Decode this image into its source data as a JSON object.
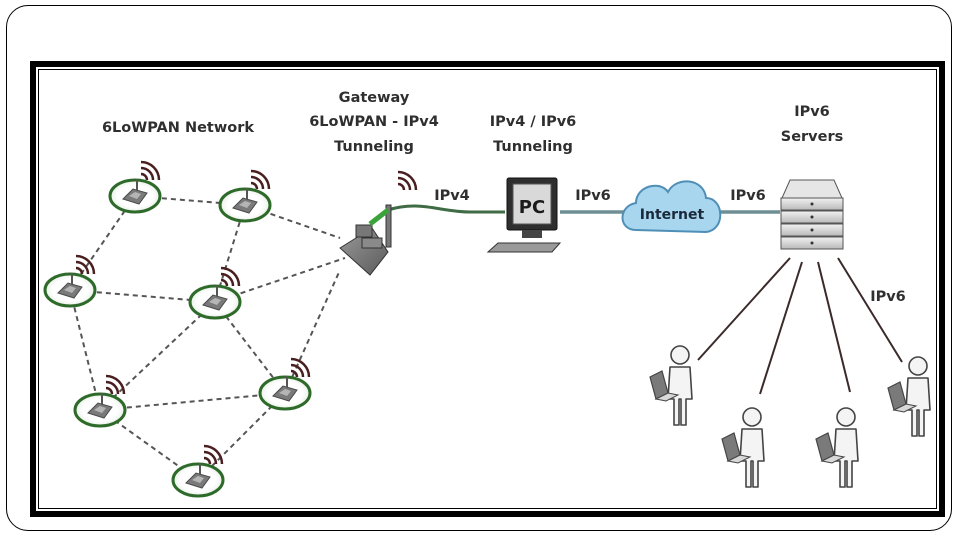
{
  "diagram": {
    "title": "6LoWPAN to IPv6 network architecture",
    "labels": {
      "network": "6LoWPAN Network",
      "gateway": [
        "Gateway",
        "6LoWPAN - IPv4",
        "Tunneling"
      ],
      "tunnel": [
        "IPv4 / IPv6",
        "Tunneling"
      ],
      "servers": [
        "IPv6",
        "Servers"
      ],
      "link_gateway_pc": "IPv4",
      "link_pc_internet": "IPv6",
      "link_internet_server": "IPv6",
      "link_server_users": "IPv6",
      "pc": "PC",
      "internet": "Internet"
    },
    "sensor_nodes": [
      {
        "id": "n1"
      },
      {
        "id": "n2"
      },
      {
        "id": "n3"
      },
      {
        "id": "n4"
      },
      {
        "id": "n5"
      },
      {
        "id": "n6"
      },
      {
        "id": "n7"
      }
    ],
    "mesh_links": [
      [
        "n1",
        "n2"
      ],
      [
        "n1",
        "n3"
      ],
      [
        "n2",
        "n4"
      ],
      [
        "n2",
        "gateway"
      ],
      [
        "n3",
        "n4"
      ],
      [
        "n3",
        "n5"
      ],
      [
        "n4",
        "gateway"
      ],
      [
        "n4",
        "n5"
      ],
      [
        "n4",
        "n6"
      ],
      [
        "n5",
        "n6"
      ],
      [
        "n5",
        "n7"
      ],
      [
        "n6",
        "n7"
      ],
      [
        "n6",
        "gateway"
      ]
    ],
    "users": [
      {
        "id": "u1"
      },
      {
        "id": "u2"
      },
      {
        "id": "u3"
      },
      {
        "id": "u4"
      }
    ],
    "colors": {
      "node_ring": "#2e6b2a",
      "signal": "#4a1f1f",
      "cloud_fill": "#a9d6ef",
      "cloud_stroke": "#4f8fb6",
      "link_gateway": "#3f6b45",
      "link_ipv6": "#6f8f94",
      "user_links": "#3a2a2a",
      "mesh_dash": "#555555"
    }
  }
}
